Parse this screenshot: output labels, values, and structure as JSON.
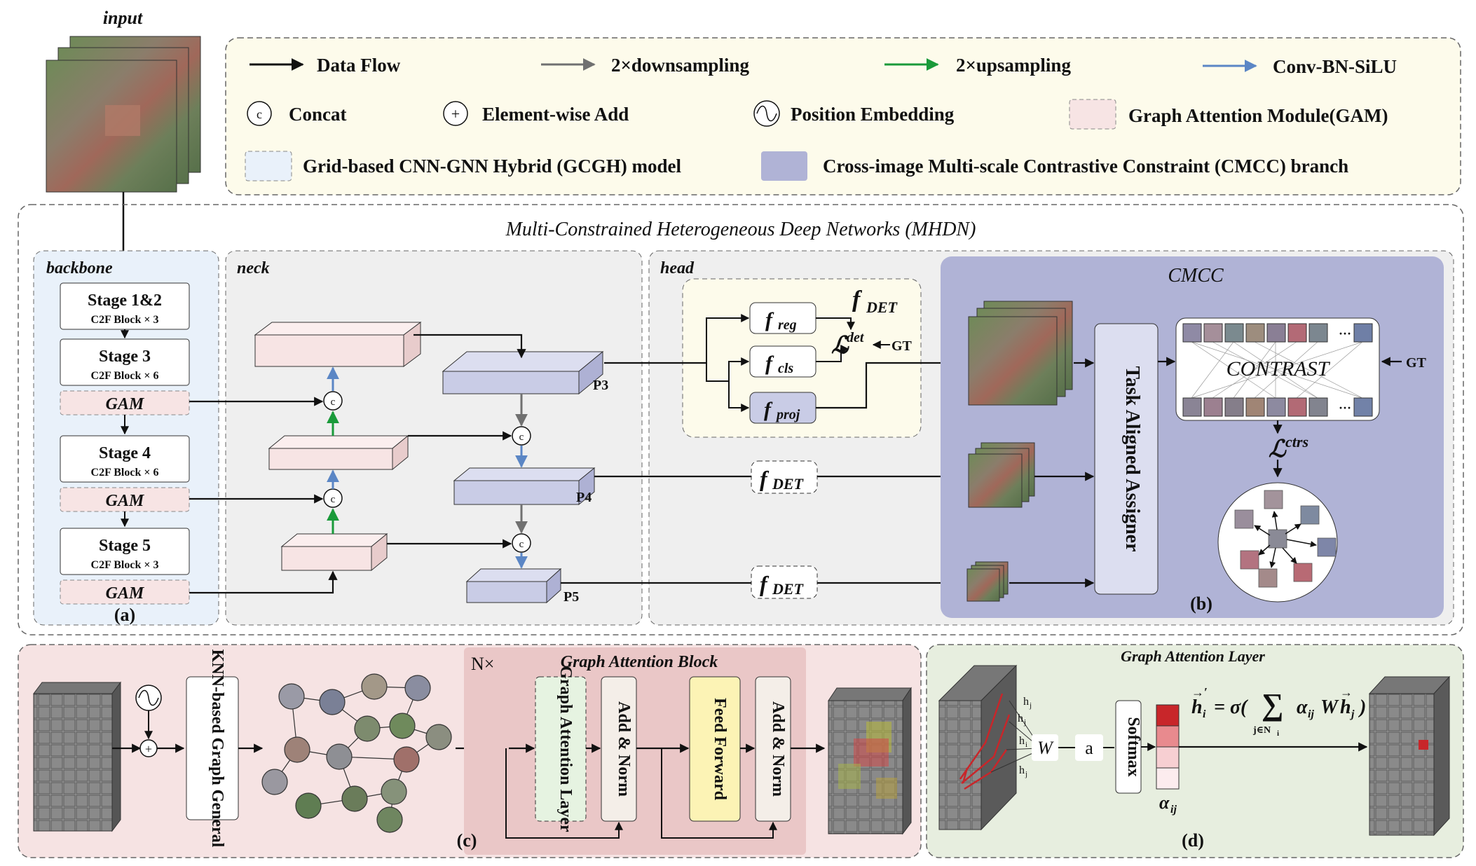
{
  "input_label": "input",
  "legend": {
    "data_flow": "Data Flow",
    "downsampling": "2×downsampling",
    "upsampling": "2×upsampling",
    "conv": "Conv-BN-SiLU",
    "concat": "Concat",
    "concat_symbol": "c",
    "add": "Element-wise Add",
    "add_symbol": "+",
    "pos_embed": "Position Embedding",
    "gam": "Graph Attention Module(GAM)",
    "gcgh": "Grid-based CNN-GNN Hybrid (GCGH) model",
    "cmcc": "Cross-image Multi-scale Contrastive Constraint (CMCC) branch"
  },
  "mhdn_title": "Multi-Constrained Heterogeneous Deep Networks (MHDN)",
  "backbone": {
    "label": "backbone",
    "stages": [
      {
        "name": "Stage 1&2",
        "sub": "C2F Block × 3"
      },
      {
        "name": "Stage 3",
        "sub": "C2F Block × 6"
      },
      {
        "name": "Stage 4",
        "sub": "C2F Block × 6"
      },
      {
        "name": "Stage 5",
        "sub": "C2F Block × 3"
      }
    ],
    "gam": "GAM",
    "panel_tag": "(a)"
  },
  "neck": {
    "label": "neck",
    "p3": "P3",
    "p4": "P4",
    "p5": "P5"
  },
  "head": {
    "label": "head",
    "f": "f",
    "det_sub": "DET",
    "reg_sub": "reg",
    "cls_sub": "cls",
    "proj_sub": "proj",
    "loss_sym": "ℒ",
    "det_sup": "det",
    "gt": "GT"
  },
  "cmcc": {
    "label": "CMCC",
    "assigner": "Task Aligned Assigner",
    "contrast": "CONTRAST",
    "dots": "···",
    "gt": "GT",
    "ctrs_sup": "ctrs",
    "panel_tag": "(b)"
  },
  "gam_panel": {
    "knn": "KNN-based Graph General",
    "n_times": "N×",
    "block_title": "Graph Attention Block",
    "gal": "Graph Attention Layer",
    "add_norm": "Add & Norm",
    "ffn": "Feed Forward",
    "panel_tag": "(c)"
  },
  "gal_panel": {
    "title": "Graph Attention Layer",
    "W": "W",
    "a": "a",
    "softmax": "Softmax",
    "hj": "h",
    "hj_sub": "j",
    "alpha": "α",
    "alpha_sub": "ij",
    "formula_lhs": "h",
    "formula_lhs_sub": "i",
    "formula_eq": "= σ(",
    "formula_sum": "∑",
    "formula_sum_sub": "j∈N",
    "formula_sum_sub2": "i",
    "formula_term": "α",
    "formula_term_sub": "ij",
    "formula_W": "W",
    "formula_h": "h",
    "formula_h_sub": "j",
    "formula_close": ")",
    "panel_tag": "(d)"
  },
  "colors": {
    "legend_bg": "#fdfbeb",
    "backbone_bg": "#e9f1fa",
    "neck_bg": "#efefef",
    "cmcc_bg": "#b0b3d6",
    "gam_pink": "#f7e4e4",
    "neck_blue": "#c9cce6",
    "panel_c_bg": "#f6e3e3",
    "block_bg": "#eac7c7",
    "panel_d_bg": "#e7eedf",
    "gal_fill": "#e6f3e1",
    "ffn_fill": "#fcf3b5",
    "green_arrow": "#1a9a3a",
    "blue_arrow": "#5b86c5",
    "gray_arrow": "#707070",
    "attn_red": "#c8262a"
  }
}
